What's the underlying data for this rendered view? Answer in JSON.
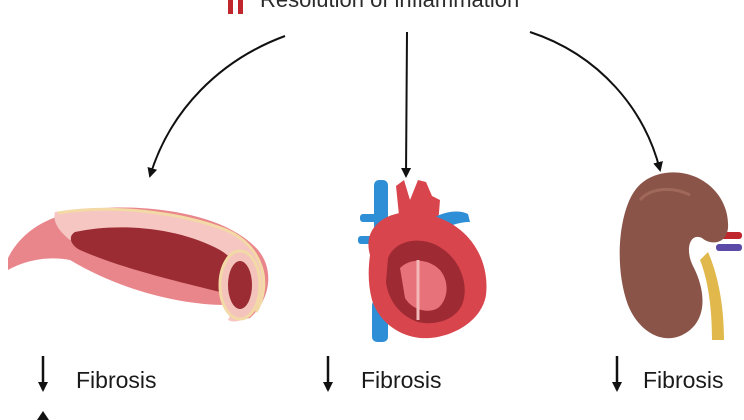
{
  "header": {
    "text": "Resolution of inflammation"
  },
  "organs": [
    {
      "name": "blood-vessel",
      "outcome_label": "Fibrosis",
      "direction": "down"
    },
    {
      "name": "heart",
      "outcome_label": "Fibrosis",
      "direction": "down"
    },
    {
      "name": "kidney",
      "outcome_label": "Fibrosis",
      "direction": "down"
    }
  ],
  "colors": {
    "arrow": "#111111",
    "header_bar": "#c0272d",
    "vessel_outer": "#e9868c",
    "vessel_wall": "#f6c6c2",
    "vessel_lumen": "#9b2c33",
    "vessel_rim": "#f3d9a6",
    "heart_red": "#d9454d",
    "heart_dark": "#9e2a33",
    "heart_blue": "#2f8fd6",
    "kidney": "#8a5448",
    "ureter": "#e0b84c"
  }
}
